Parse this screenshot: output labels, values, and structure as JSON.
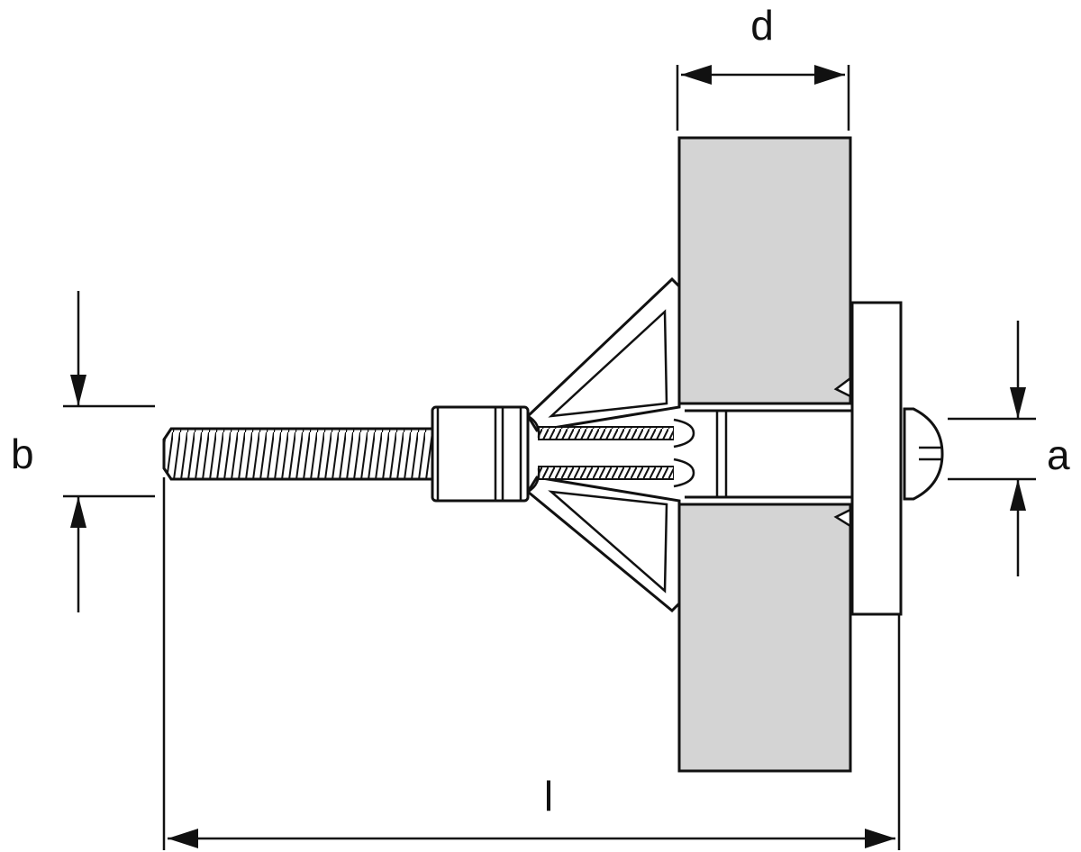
{
  "labels": {
    "d": "d",
    "b": "b",
    "a": "a",
    "l": "l"
  },
  "colors": {
    "line": "#111111",
    "wall": "#d4d4d4",
    "background": "#ffffff"
  }
}
